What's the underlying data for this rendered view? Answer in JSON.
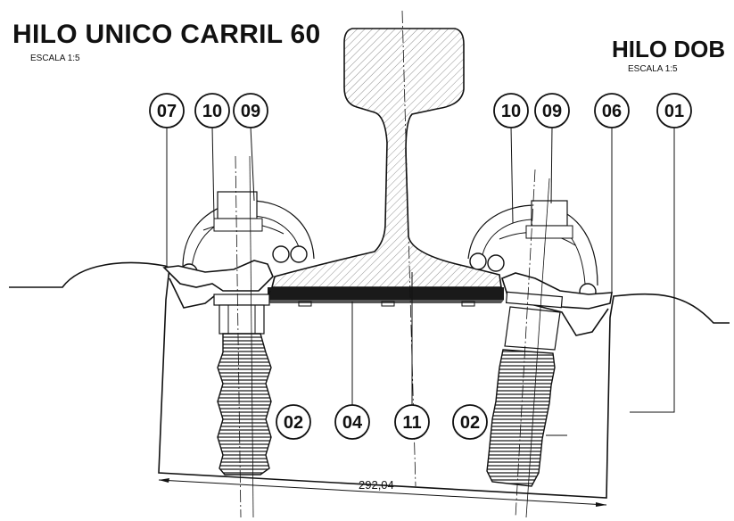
{
  "drawing": {
    "title_left": "HILO UNICO CARRIL 60",
    "scale_left": "ESCALA 1:5",
    "title_right": "HILO DOB",
    "scale_right": "ESCALA 1:5",
    "dimension": "292,04"
  },
  "callouts": [
    {
      "id": "07",
      "label": "07"
    },
    {
      "id": "10-left",
      "label": "10"
    },
    {
      "id": "09-left",
      "label": "09"
    },
    {
      "id": "10-right",
      "label": "10"
    },
    {
      "id": "09-right",
      "label": "09"
    },
    {
      "id": "06",
      "label": "06"
    },
    {
      "id": "01",
      "label": "01"
    },
    {
      "id": "02-left",
      "label": "02"
    },
    {
      "id": "04",
      "label": "04"
    },
    {
      "id": "11",
      "label": "11"
    },
    {
      "id": "02-right",
      "label": "02"
    }
  ],
  "colors": {
    "line": "#111111",
    "hatch": "#555555",
    "pad": "#1a1a1a"
  }
}
